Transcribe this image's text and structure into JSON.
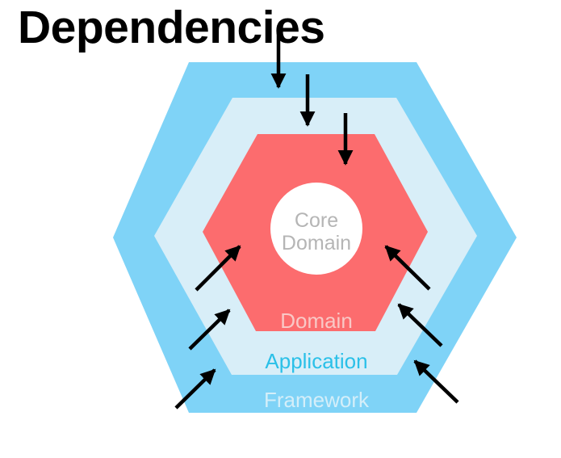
{
  "title": "Dependencies",
  "layers": {
    "framework": {
      "label": "Framework",
      "fill": "#7fd3f7",
      "text_color": "#d4eef9"
    },
    "application": {
      "label": "Application",
      "fill": "#d8eef8",
      "text_color": "#2ac0e8"
    },
    "domain": {
      "label": "Domain",
      "fill": "#fc6c6e",
      "text_color": "#f9c8c6"
    },
    "core": {
      "label_line1": "Core",
      "label_line2": "Domain",
      "fill": "#ffffff",
      "text_color": "#b5b5b5"
    }
  },
  "arrow_color": "#000000"
}
